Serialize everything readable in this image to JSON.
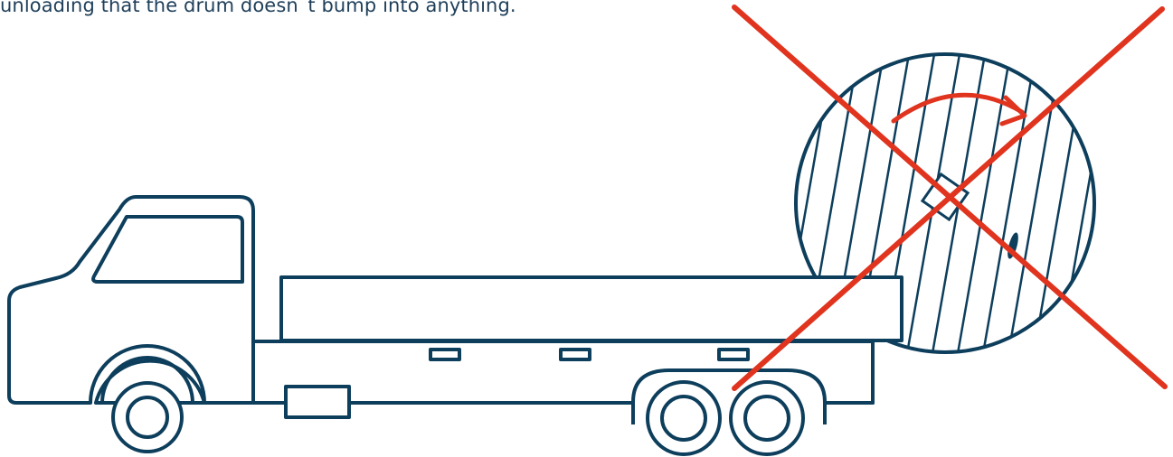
{
  "caption": {
    "text": "unloading that the drum doesn´t bump into anything."
  },
  "illustration": {
    "subjects": [
      "truck",
      "cable-drum"
    ],
    "prohibition_mark": "red-x",
    "rotation_indicator": "curved-arrow",
    "colors": {
      "line": "#0d3e5c",
      "prohibition": "#e0341f",
      "background": "#ffffff"
    }
  }
}
